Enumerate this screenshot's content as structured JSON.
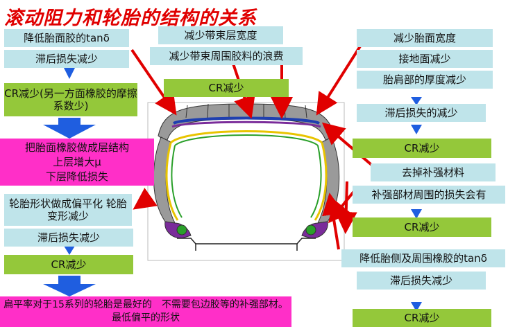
{
  "title": "滚动阻力和轮胎的结构的关系",
  "left": {
    "b1": "降低胎面胶的tanδ",
    "b2": "滞后损失减少",
    "b3": "CR减少(另一方面橡胶的摩擦系数少)",
    "b4_line1": "把胎面橡胶做成层结构",
    "b4_line2": "上层增大μ",
    "b4_line3": "下层降低损失",
    "b5": "轮胎形状做成偏平化 轮胎变形减少",
    "b6": "滞后损失减少",
    "b7": "CR减少",
    "b8": "扁平率对于15系列的轮胎是最好的　不需要包边胶等的补强部材。最低偏平的形状"
  },
  "center": {
    "b1": "减少带束层宽度",
    "b2": "减少带束周围胶料的浪费",
    "b3": "CR减少"
  },
  "right": {
    "b1": "减少胎面宽度",
    "b2": "接地面减少",
    "b3": "胎肩部的厚度减少",
    "b4": "滞后损失的减少",
    "b5": "CR减少",
    "b6": "去掉补强材料",
    "b7": "补强部材周围的损失会有",
    "b8": "CR减少",
    "b9": "降低胎侧及周围橡胶的tanδ",
    "b10": "滞后损失减少",
    "b11": "CR减少"
  },
  "colors": {
    "light_box": "#bfe4ea",
    "green_box": "#94c83a",
    "pink_box": "#ff2fc8",
    "flow_arrow": "#1f5ee0",
    "pointer_arrow": "#e00000",
    "title": "#e00000"
  }
}
